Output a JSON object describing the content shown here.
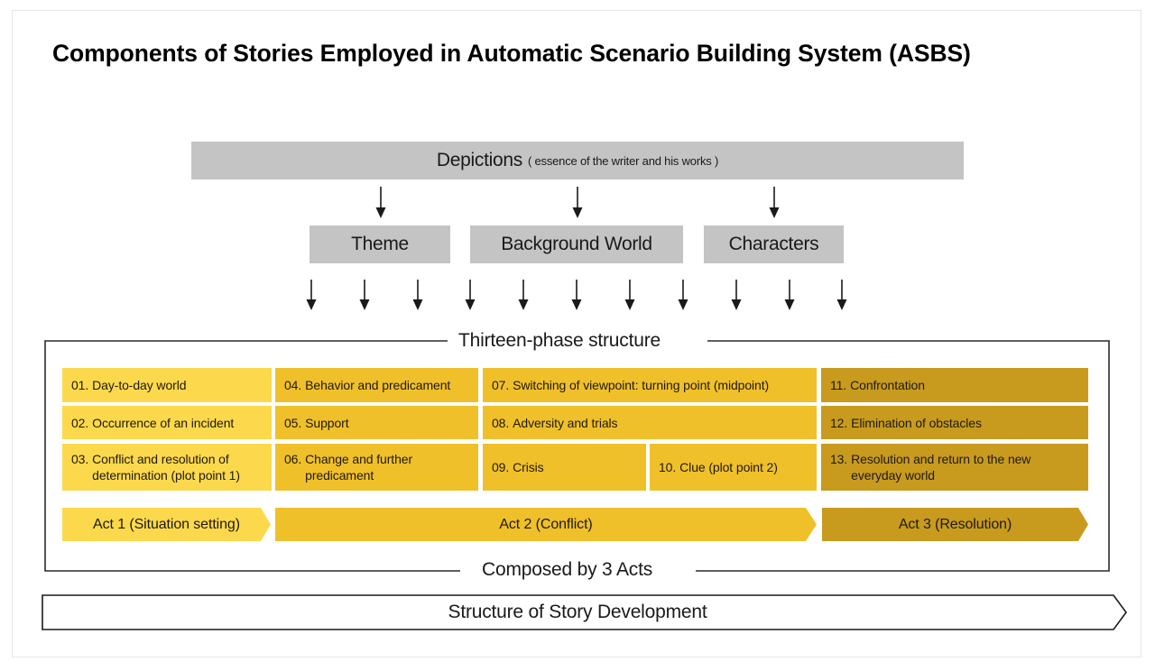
{
  "title": "Components of Stories Employed in Automatic Scenario Building System (ASBS)",
  "depictions": {
    "label": "Depictions",
    "sublabel": "( essence of the writer and his works )"
  },
  "components": [
    {
      "label": "Theme"
    },
    {
      "label": "Background World"
    },
    {
      "label": "Characters"
    }
  ],
  "frame": {
    "top_label": "Thirteen-phase structure",
    "bottom_label": "Composed by 3 Acts"
  },
  "phases": [
    {
      "num": "01.",
      "text": "Day-to-day world"
    },
    {
      "num": "02.",
      "text": "Occurrence of an incident"
    },
    {
      "num": "03.",
      "text": "Conflict and resolution of determination (plot point 1)"
    },
    {
      "num": "04.",
      "text": "Behavior and predicament"
    },
    {
      "num": "05.",
      "text": "Support"
    },
    {
      "num": "06.",
      "text": "Change and further predicament"
    },
    {
      "num": "07.",
      "text": "Switching of viewpoint: turning point (midpoint)"
    },
    {
      "num": "08.",
      "text": "Adversity and trials"
    },
    {
      "num": "09.",
      "text": "Crisis"
    },
    {
      "num": "10.",
      "text": "Clue (plot point 2)"
    },
    {
      "num": "11.",
      "text": "Confrontation"
    },
    {
      "num": "12.",
      "text": "Elimination of obstacles"
    },
    {
      "num": "13.",
      "text": "Resolution and return to the new everyday world"
    }
  ],
  "acts": [
    {
      "label": "Act 1 (Situation setting)"
    },
    {
      "label": "Act 2 (Conflict)"
    },
    {
      "label": "Act 3 (Resolution)"
    }
  ],
  "story": {
    "label": "Structure of Story Development"
  },
  "colors": {
    "act1": "#fcd94c",
    "act2": "#f0c02a",
    "act3": "#c89b1f",
    "component_gray": "#c4c4c4",
    "line": "#2a2a2a"
  }
}
